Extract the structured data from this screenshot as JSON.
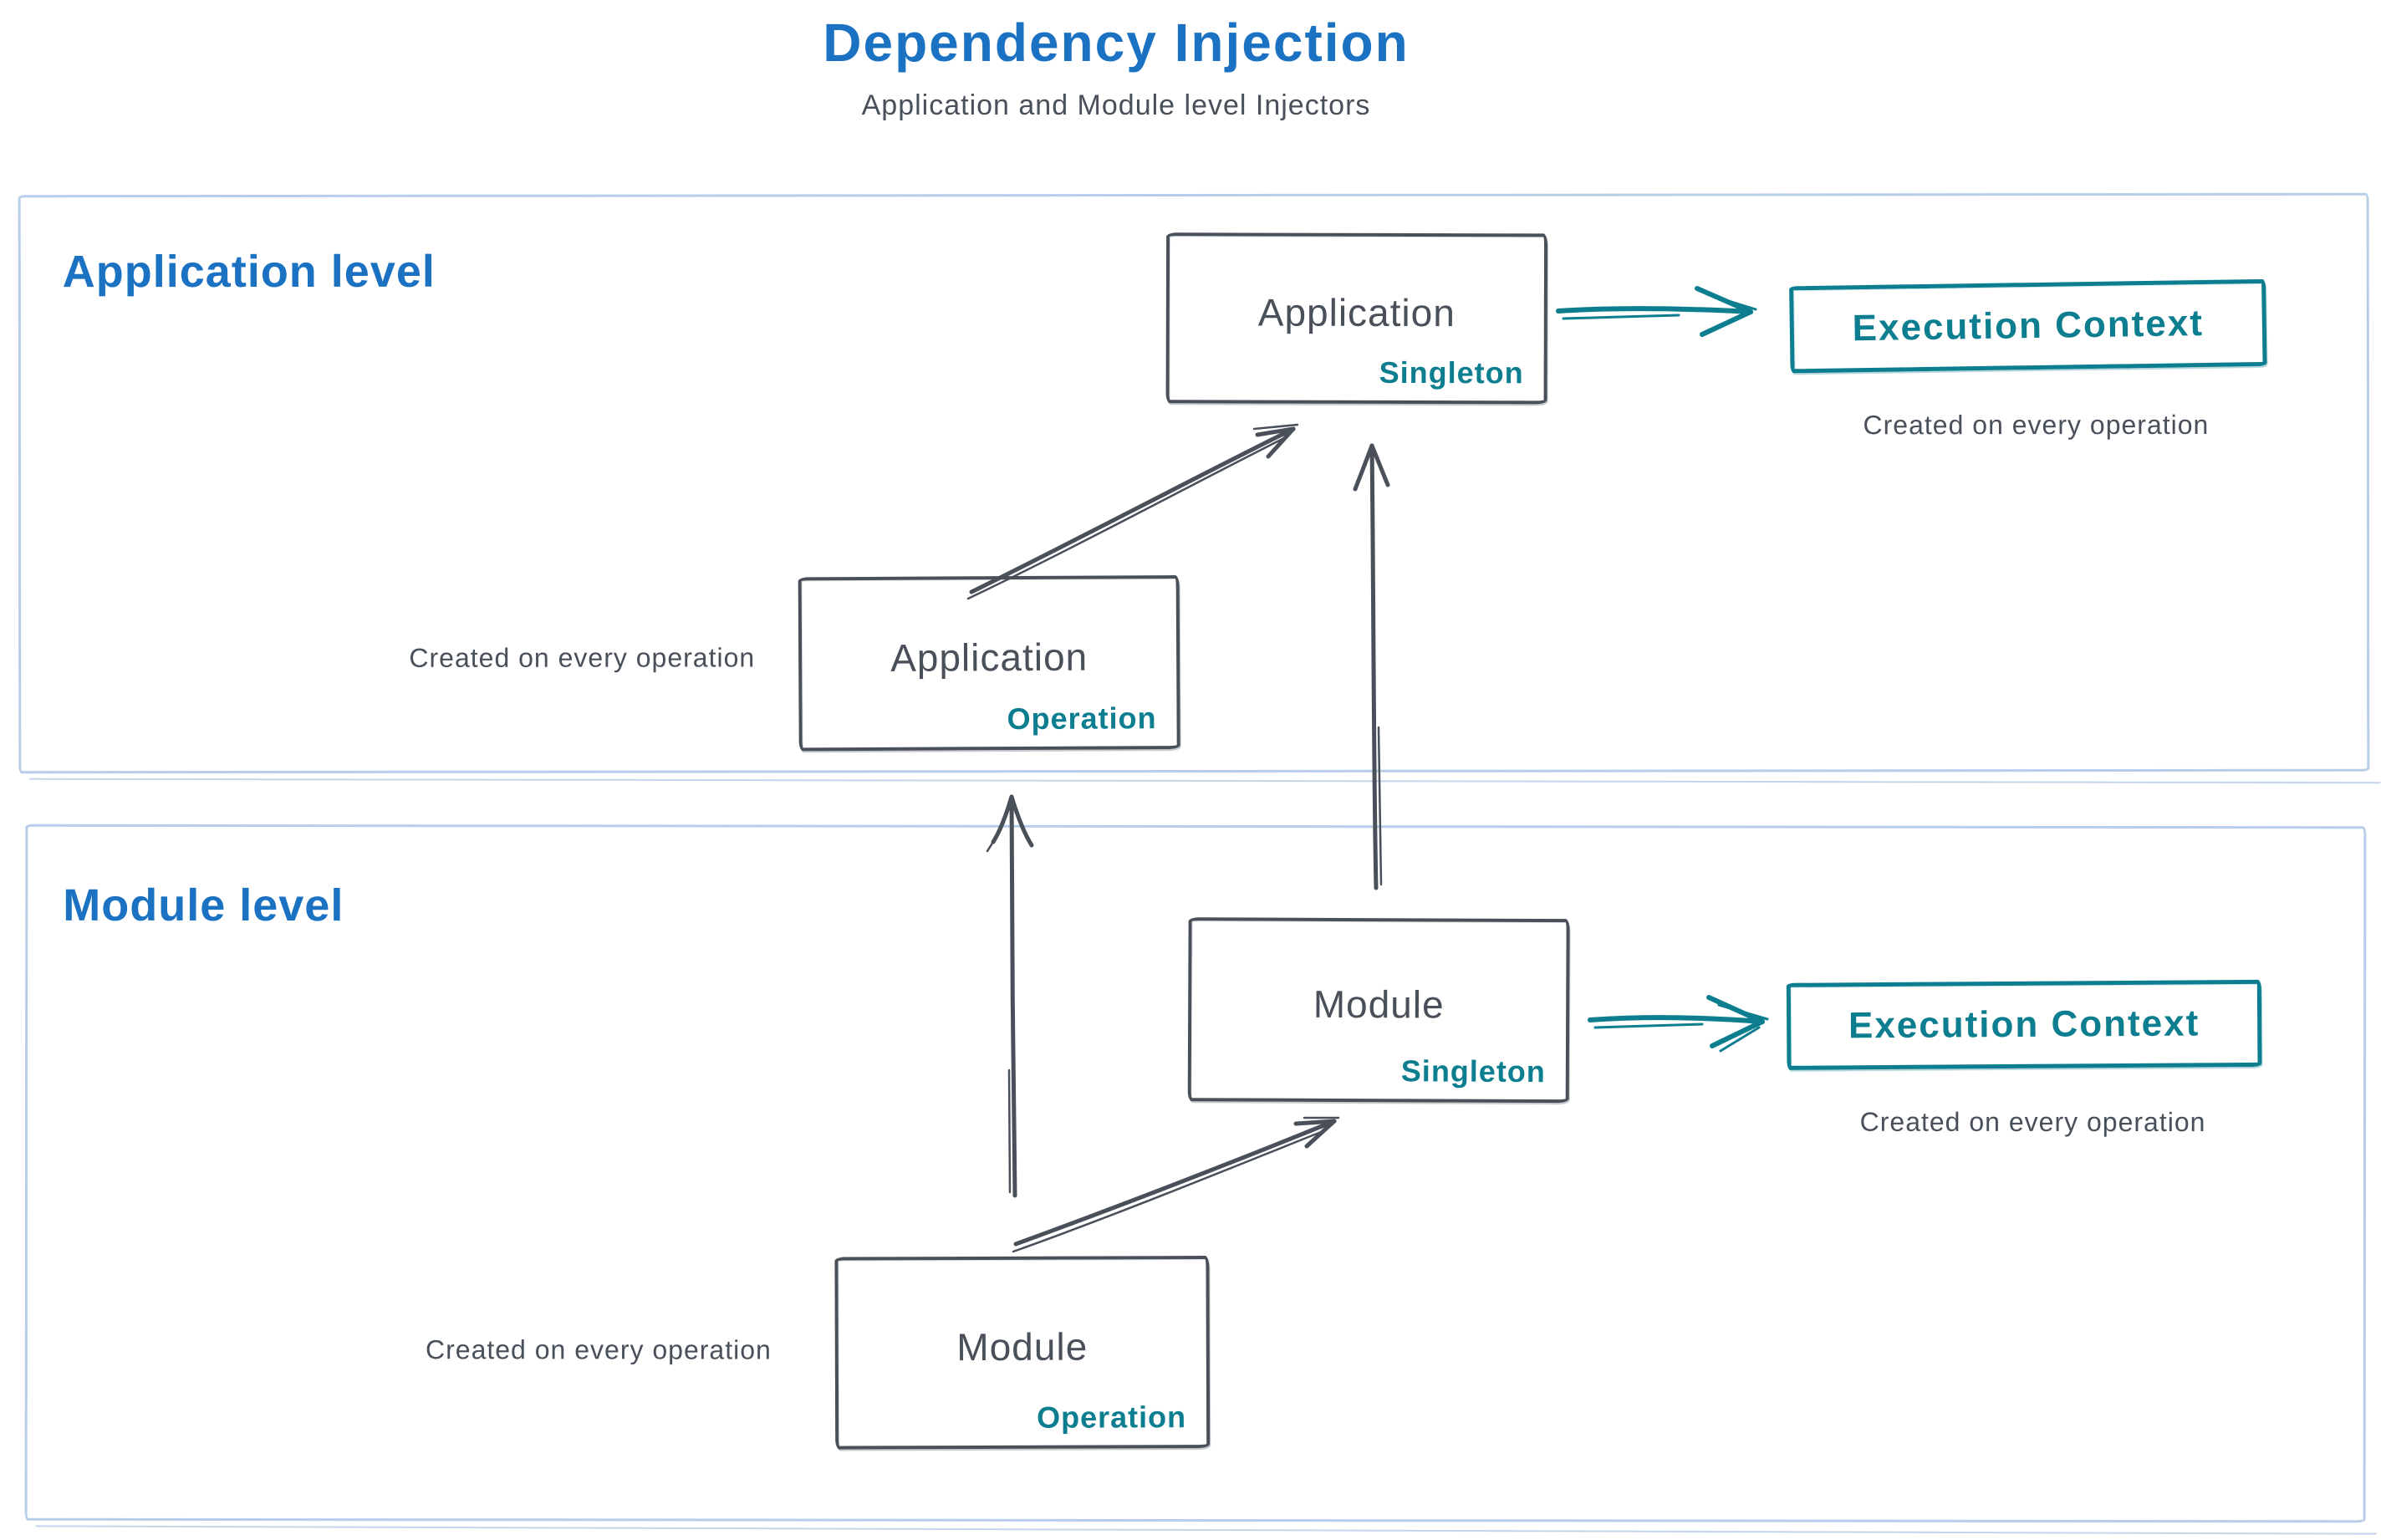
{
  "title": "Dependency Injection",
  "subtitle": "Application and Module level Injectors",
  "colors": {
    "title_blue": "#1b72c2",
    "ink": "#49505a",
    "teal": "#0d7e90",
    "frame_blue": "#b8cde7"
  },
  "application_level": {
    "label": "Application level",
    "singleton_box": {
      "title": "Application",
      "scope": "Singleton"
    },
    "operation_box": {
      "title": "Application",
      "scope": "Operation"
    },
    "operation_caption": "Created on every operation",
    "execution_context_box": {
      "title": "Execution Context"
    },
    "execution_caption": "Created on every operation"
  },
  "module_level": {
    "label": "Module level",
    "singleton_box": {
      "title": "Module",
      "scope": "Singleton"
    },
    "operation_box": {
      "title": "Module",
      "scope": "Operation"
    },
    "operation_caption": "Created on every operation",
    "execution_context_box": {
      "title": "Execution Context"
    },
    "execution_caption": "Created on every operation"
  }
}
